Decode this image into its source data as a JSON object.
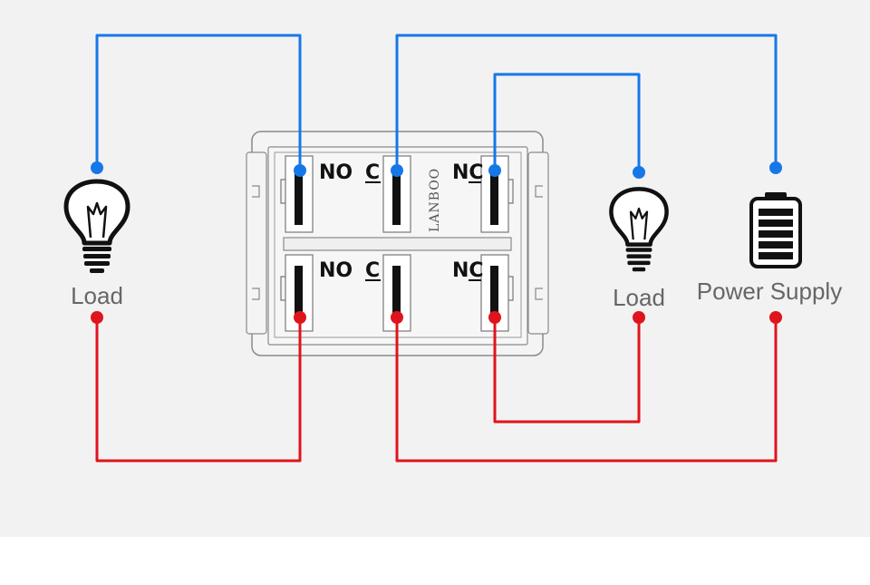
{
  "diagram": {
    "background_color": "#f2f2f3",
    "wire_positive_color": "#1677e8",
    "wire_negative_color": "#e0141c",
    "switch": {
      "brand": "LANBOO",
      "top_row": {
        "no_label": "NO",
        "c_label": "C",
        "nc_label": "NC"
      },
      "bottom_row": {
        "no_label": "NO",
        "c_label": "C",
        "nc_label": "NC"
      }
    },
    "load_left": {
      "label": "Load",
      "icon": "light-bulb-icon"
    },
    "load_right": {
      "label": "Load",
      "icon": "light-bulb-icon"
    },
    "power_supply": {
      "label": "Power Supply",
      "icon": "battery-icon"
    }
  }
}
